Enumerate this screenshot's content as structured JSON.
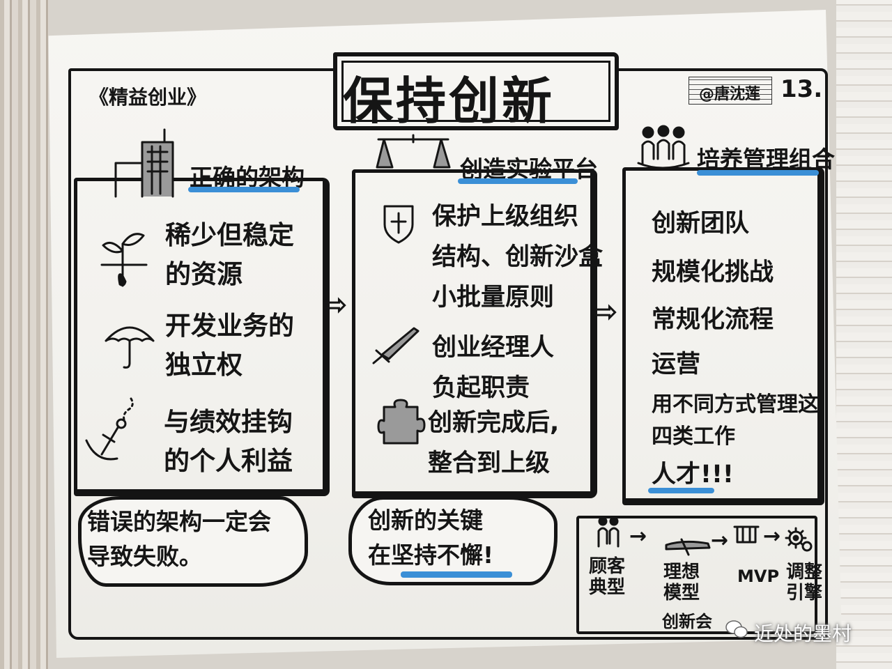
{
  "title": "保持创新",
  "book": "《精益创业》",
  "author": "@唐沈莲",
  "page_number": "13.",
  "accent_color": "#3b8fd6",
  "columns": [
    {
      "heading": "正确的架构",
      "icon": "building-icon",
      "items": [
        {
          "icon": "sprout-icon",
          "lines": [
            "稀少但稳定",
            "的资源"
          ]
        },
        {
          "icon": "umbrella-icon",
          "lines": [
            "开发业务的",
            "独立权"
          ]
        },
        {
          "icon": "anchor-icon",
          "lines": [
            "与绩效挂钩",
            "的个人利益"
          ]
        }
      ]
    },
    {
      "heading": "创造实验平台",
      "icon": "scales-icon",
      "items": [
        {
          "icon": "shield-icon",
          "lines": [
            "保护上级组织",
            "结构、创新沙盒",
            "小批量原则"
          ]
        },
        {
          "icon": "sword-icon",
          "lines": [
            "创业经理人",
            "负起职责"
          ]
        },
        {
          "icon": "puzzle-icon",
          "lines": [
            "创新完成后,",
            "整合到上级"
          ]
        }
      ]
    },
    {
      "heading": "培养管理组合",
      "icon": "people-icon",
      "items": [
        "创新团队",
        "规模化挑战",
        "常规化流程",
        "运营",
        "用不同方式管理这",
        "四类工作",
        "人才!!!"
      ]
    }
  ],
  "bubbles": [
    {
      "lines": [
        "错误的架构一定会",
        "导致失败。"
      ]
    },
    {
      "lines": [
        "创新的关键",
        "在坚持不懈!"
      ]
    }
  ],
  "flow": {
    "steps": [
      {
        "icon": "people-icon",
        "label": [
          "顾客",
          "典型"
        ]
      },
      {
        "icon": "airplane-icon",
        "label": [
          "理想",
          "模型"
        ]
      },
      {
        "icon": "box-icon",
        "label": [
          "MVP"
        ]
      },
      {
        "icon": "gears-icon",
        "label": [
          "调整",
          "引擎"
        ]
      }
    ],
    "bottom_note": "创新会"
  },
  "watermark": "近处的墨村"
}
